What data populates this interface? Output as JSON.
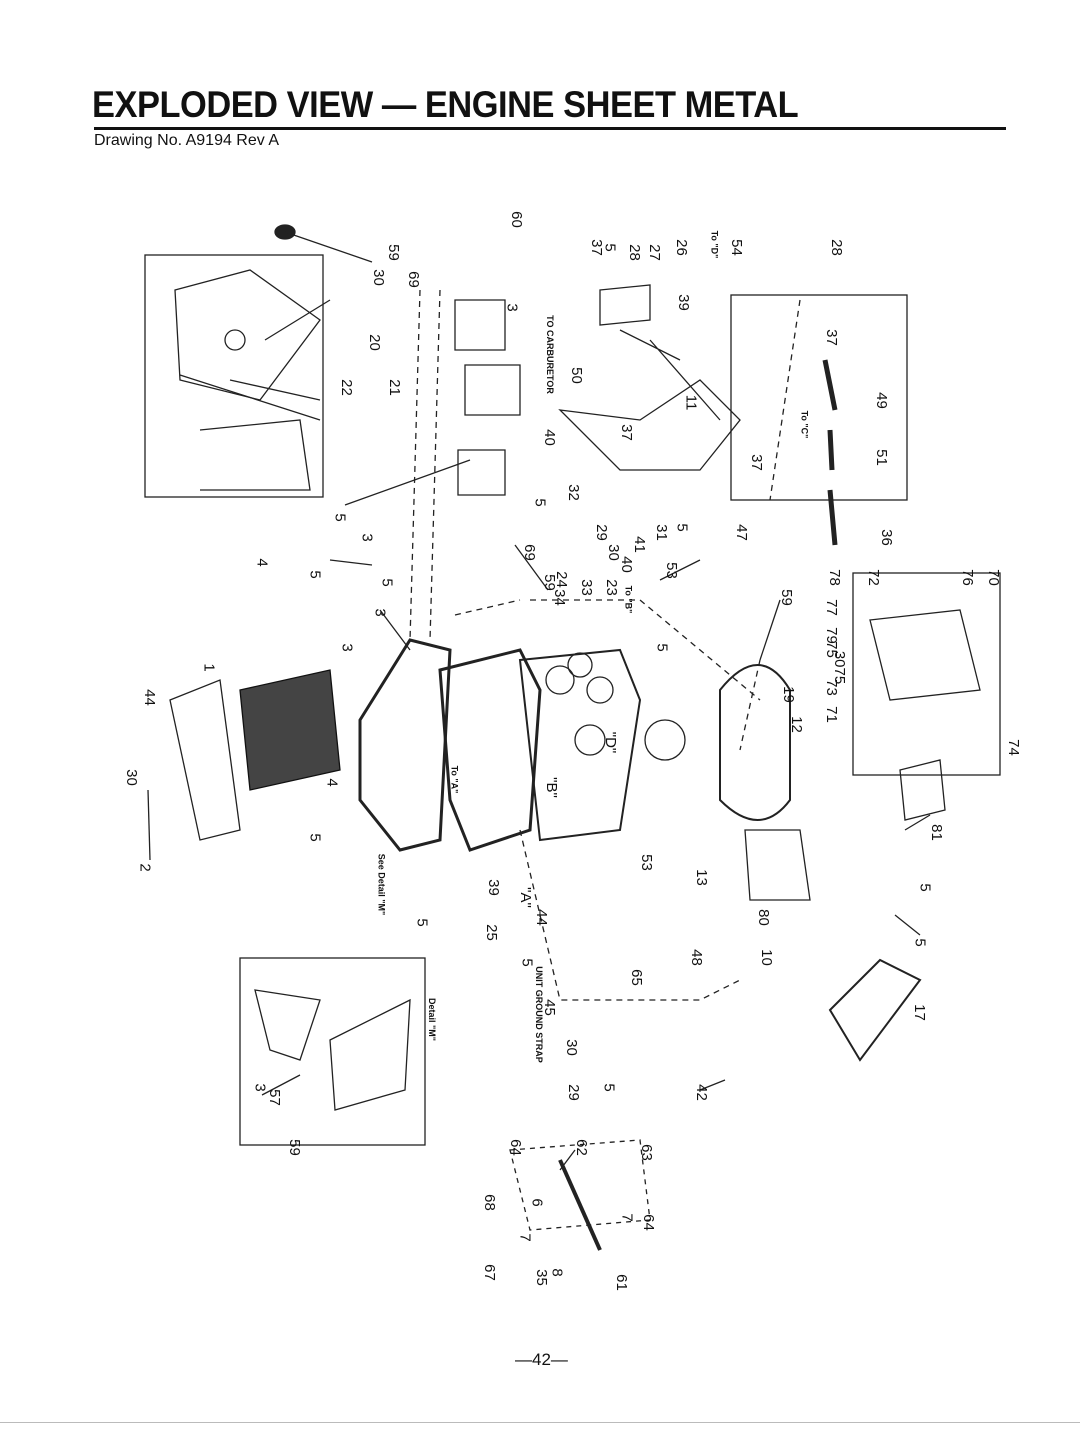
{
  "header": {
    "title": "EXPLODED VIEW — ENGINE SHEET METAL",
    "drawing_number": "Drawing No. A9194 Rev A"
  },
  "callouts": [
    "30",
    "59",
    "69",
    "60",
    "37",
    "5",
    "28",
    "27",
    "26",
    "To \"D\"",
    "54",
    "28",
    "3",
    "20",
    "22",
    "21",
    "TO CARBURETOR",
    "39",
    "37",
    "49",
    "50",
    "40",
    "37",
    "11",
    "51",
    "37",
    "To \"C\"",
    "5",
    "32",
    "29",
    "47",
    "36",
    "5",
    "3",
    "4",
    "69",
    "59",
    "34",
    "24",
    "33",
    "23",
    "30",
    "40",
    "41",
    "31",
    "53",
    "To \"B\"",
    "5",
    "5",
    "3",
    "3",
    "5",
    "59",
    "78",
    "72",
    "76",
    "70",
    "77",
    "79",
    "75",
    "3075",
    "73",
    "71",
    "74",
    "5",
    "19",
    "12",
    "4",
    "1",
    "30",
    "44",
    "2",
    "5",
    "39",
    "25",
    "44",
    "53",
    "13",
    "80",
    "10",
    "81",
    "5",
    "5",
    "17",
    "48",
    "65",
    "45",
    "30",
    "29",
    "5",
    "42",
    "5",
    "5",
    "64",
    "62",
    "63",
    "6",
    "68",
    "7",
    "64",
    "7",
    "67",
    "35",
    "8",
    "61",
    "57",
    "59",
    "3",
    "Detail \"M\"",
    "See Detail \"M\"",
    "UNIT GROUND STRAP",
    "To \"A\"",
    "\"A\"",
    "\"D\"",
    "\"B\""
  ],
  "page_number": "—42—"
}
